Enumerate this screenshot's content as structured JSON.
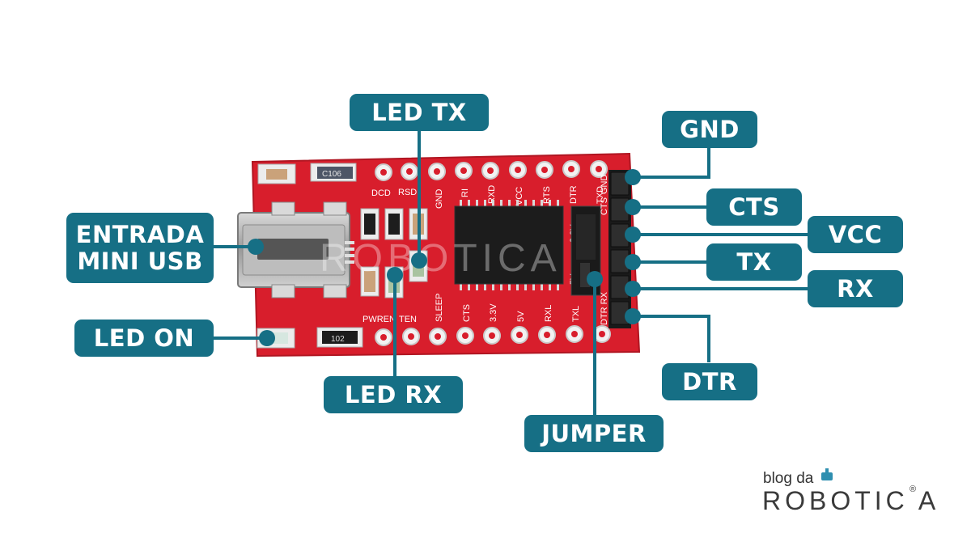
{
  "labels": {
    "led_tx": "LED TX",
    "entrada_mini_usb": [
      "ENTRADA",
      "MINI USB"
    ],
    "led_on": "LED ON",
    "led_rx": "LED RX",
    "jumper": "JUMPER",
    "gnd": "GND",
    "cts": "CTS",
    "vcc": "VCC",
    "tx": "TX",
    "rx": "RX",
    "dtr": "DTR"
  },
  "board": {
    "top_pins": [
      "DCD",
      "RSD",
      "GND",
      "RI",
      "RXD",
      "VCC",
      "RTS",
      "DTR",
      "TXD"
    ],
    "bottom_pins": [
      "PWREN",
      "TEN",
      "SLEEP",
      "CTS",
      "3.3V",
      "5V",
      "RXL",
      "TXL",
      "DTR RX"
    ],
    "header_pins": [
      "CTS",
      "GND"
    ],
    "jumper_options": [
      "3.3V",
      "5V"
    ],
    "components": [
      "C106",
      "102"
    ],
    "watermark": "ROBOTICA"
  },
  "brand": {
    "line1": "blog da",
    "line2": "ROBOTIC A",
    "mark": "®"
  },
  "colors": {
    "callout": "#166f85",
    "board": "#d81e2c",
    "pad": "#e8e8e8",
    "chip": "#1c1c1c"
  }
}
